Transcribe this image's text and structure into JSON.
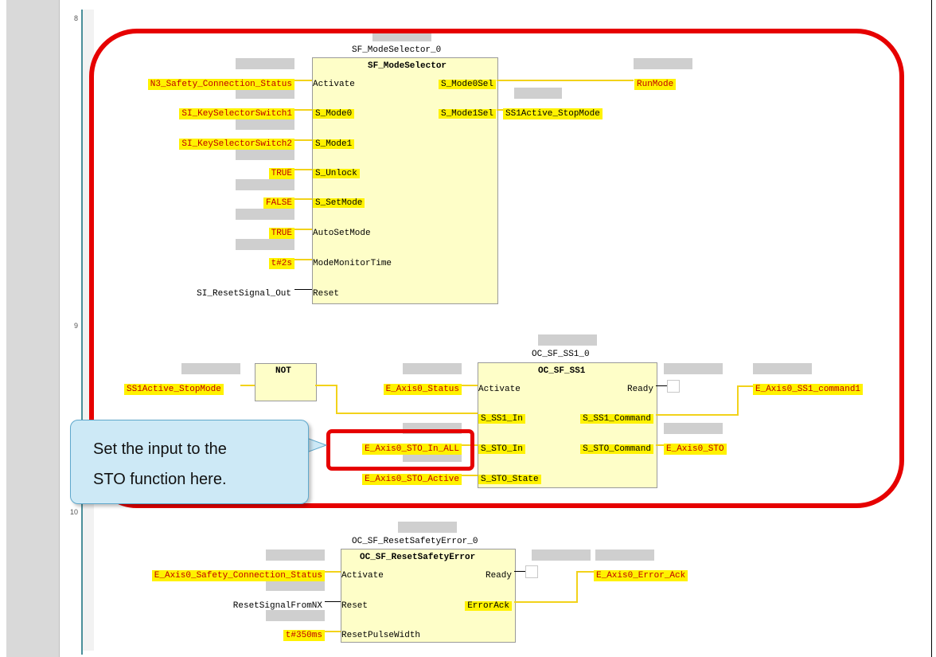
{
  "rungs": {
    "r8": "8",
    "r9": "9",
    "r10": "10"
  },
  "fb1": {
    "instance": "SF_ModeSelector_0",
    "type": "SF_ModeSelector",
    "inputs": [
      {
        "var": "N3_Safety_Connection_Status",
        "pin": "Activate"
      },
      {
        "var": "SI_KeySelectorSwitch1",
        "pin": "S_Mode0"
      },
      {
        "var": "SI_KeySelectorSwitch2",
        "pin": "S_Mode1"
      },
      {
        "var": "TRUE",
        "pin": "S_Unlock"
      },
      {
        "var": "FALSE",
        "pin": "S_SetMode"
      },
      {
        "var": "TRUE",
        "pin": "AutoSetMode"
      },
      {
        "var": "t#2s",
        "pin": "ModeMonitorTime"
      },
      {
        "var": "SI_ResetSignal_Out",
        "pin": "Reset"
      }
    ],
    "outputs": [
      {
        "pin": "S_Mode0Sel",
        "var": "RunMode"
      },
      {
        "pin": "S_Mode1Sel",
        "var": "SS1Active_StopMode"
      }
    ]
  },
  "not_block": {
    "type": "NOT",
    "input": "SS1Active_StopMode"
  },
  "fb2": {
    "instance": "OC_SF_SS1_0",
    "type": "OC_SF_SS1",
    "inputs": [
      {
        "var": "E_Axis0_Status",
        "pin": "Activate"
      },
      {
        "var": "",
        "pin": "S_SS1_In"
      },
      {
        "var": "E_Axis0_STO_In_ALL",
        "pin": "S_STO_In"
      },
      {
        "var": "E_Axis0_STO_Active",
        "pin": "S_STO_State"
      }
    ],
    "outputs": [
      {
        "pin": "Ready",
        "var": ""
      },
      {
        "pin": "S_SS1_Command",
        "var": "E_Axis0_SS1_command1"
      },
      {
        "pin": "S_STO_Command",
        "var": "E_Axis0_STO"
      }
    ]
  },
  "fb3": {
    "instance": "OC_SF_ResetSafetyError_0",
    "type": "OC_SF_ResetSafetyError",
    "inputs": [
      {
        "var": "E_Axis0_Safety_Connection_Status",
        "pin": "Activate"
      },
      {
        "var": "ResetSignalFromNX",
        "pin": "Reset"
      },
      {
        "var": "t#350ms",
        "pin": "ResetPulseWidth"
      }
    ],
    "outputs": [
      {
        "pin": "Ready",
        "var": ""
      },
      {
        "pin": "ErrorAck",
        "var": "E_Axis0_Error_Ack"
      }
    ]
  },
  "callout": {
    "line1": "Set the input to the",
    "line2": "STO function here."
  },
  "colors": {
    "highlight": "#fff200",
    "variable_text": "#c00000",
    "block_fill": "#fefec8",
    "wire": "#f2d21a",
    "annotation_red": "#e60000",
    "callout_fill": "#cde9f6"
  }
}
